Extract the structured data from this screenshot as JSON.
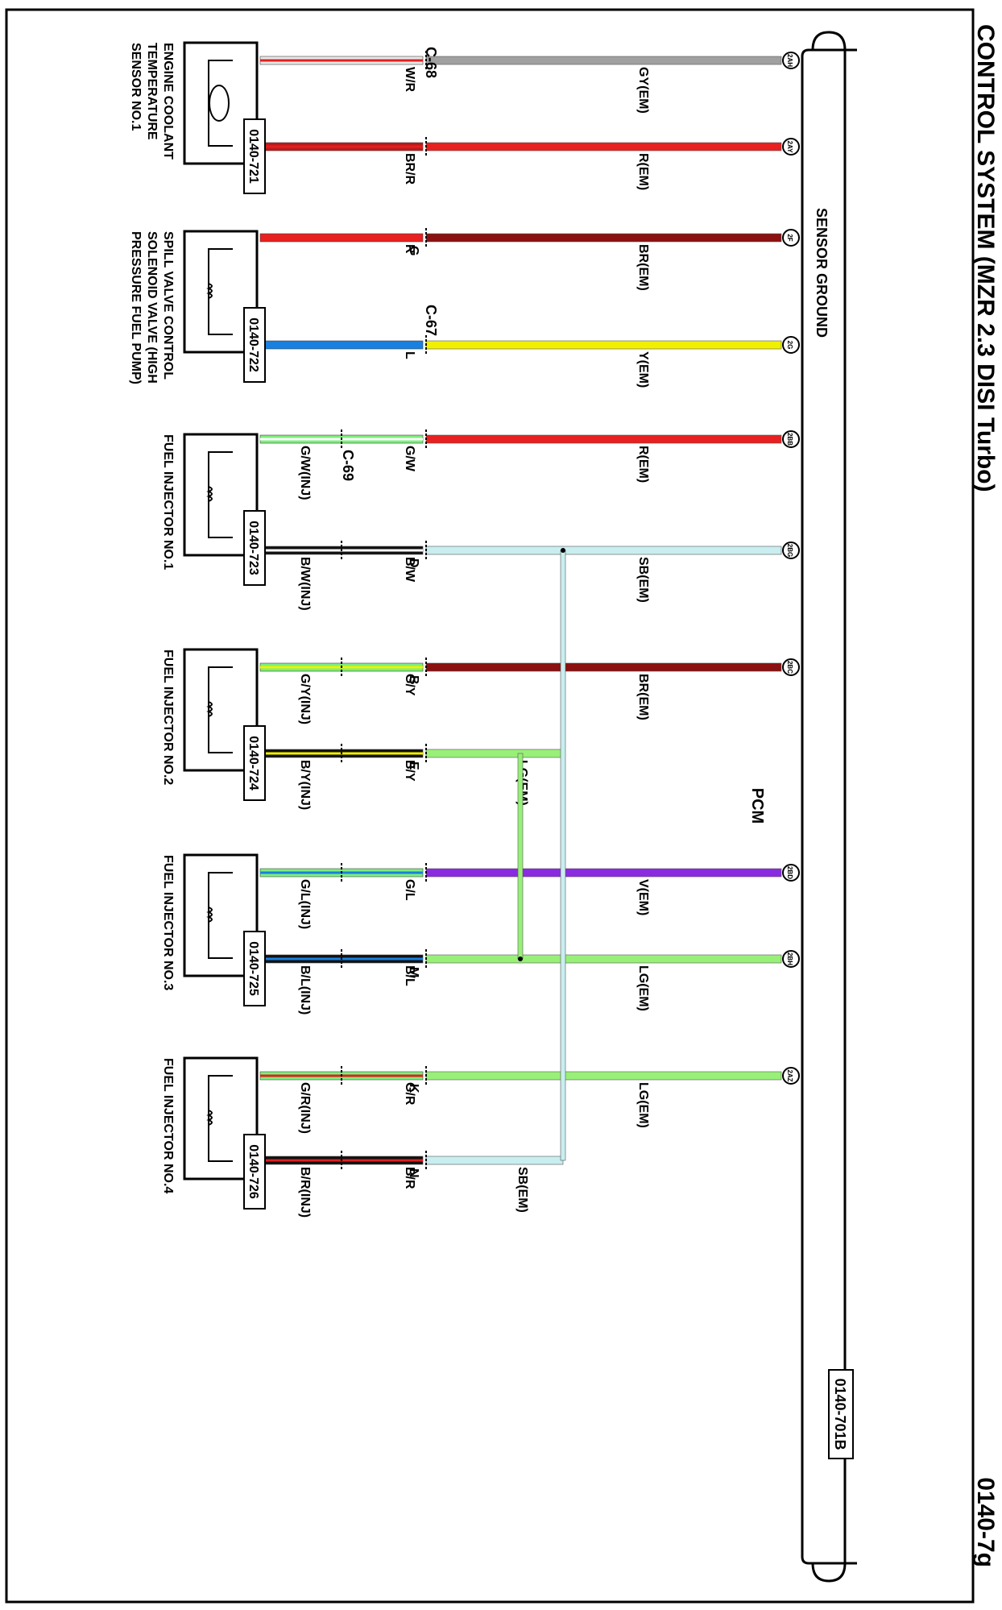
{
  "header": {
    "title": "CONTROL SYSTEM (MZR 2.3 DISI Turbo)",
    "page_code": "0140-7g"
  },
  "pcm": {
    "label": "PCM",
    "connector_code": "0140-701B",
    "sensor_ground_label": "SENSOR GROUND"
  },
  "connectors": {
    "c68": "C-68",
    "c67": "C-67",
    "c69": "C-69"
  },
  "pins": [
    "2AH",
    "2AY",
    "2F",
    "2G",
    "2BB",
    "2BG",
    "2BC",
    "2BD",
    "2BH",
    "2AZ"
  ],
  "components": [
    {
      "id": "ect",
      "name_lines": [
        "ENGINE COOLANT",
        "TEMPERATURE",
        "SENSOR NO.1"
      ],
      "code": "0140-721",
      "symbol": "thermistor"
    },
    {
      "id": "spill",
      "name_lines": [
        "SPILL VALVE CONTROL",
        "SOLENOID VALVE (HIGH",
        "PRESSURE FUEL PUMP)"
      ],
      "code": "0140-722",
      "symbol": "coil"
    },
    {
      "id": "inj1",
      "name_lines": [
        "FUEL INJECTOR NO.1"
      ],
      "code": "0140-723",
      "symbol": "coil"
    },
    {
      "id": "inj2",
      "name_lines": [
        "FUEL INJECTOR NO.2"
      ],
      "code": "0140-724",
      "symbol": "coil"
    },
    {
      "id": "inj3",
      "name_lines": [
        "FUEL INJECTOR NO.3"
      ],
      "code": "0140-725",
      "symbol": "coil"
    },
    {
      "id": "inj4",
      "name_lines": [
        "FUEL INJECTOR NO.4"
      ],
      "code": "0140-726",
      "symbol": "coil"
    }
  ],
  "wires": [
    {
      "pin": "2AH",
      "em_label": "GY(EM)",
      "em_color": "#a0a0a0",
      "conn_pin": "",
      "mid_label": "W/R",
      "mid_color": "#e8e8e8",
      "mid_stripe": "#e02020",
      "inj_label": ""
    },
    {
      "pin": "2AY",
      "em_label": "R(EM)",
      "em_color": "#e82020",
      "conn_pin": "",
      "mid_label": "BR/R",
      "mid_color": "#c01818",
      "mid_stripe": "#e02020",
      "inj_label": ""
    },
    {
      "pin": "2F",
      "em_label": "BR(EM)",
      "em_color": "#8b1010",
      "conn_pin": "G",
      "mid_label": "R",
      "mid_color": "#e82020",
      "mid_stripe": "",
      "inj_label": ""
    },
    {
      "pin": "2G",
      "em_label": "Y(EM)",
      "em_color": "#f0f000",
      "conn_pin": "",
      "mid_label": "L",
      "mid_color": "#1880e0",
      "mid_stripe": "",
      "inj_label": ""
    },
    {
      "pin": "2BB",
      "em_label": "R(EM)",
      "em_color": "#e82020",
      "conn_pin": "",
      "mid_label": "G/W",
      "mid_color": "#7cf07c",
      "mid_stripe": "#ffffff",
      "inj_label": "G/W(INJ)"
    },
    {
      "pin": "2BG",
      "em_label": "SB(EM)",
      "em_color": "#c8eef0",
      "conn_pin": "D",
      "mid_label": "B/W",
      "mid_color": "#111111",
      "mid_stripe": "#ffffff",
      "inj_label": "B/W(INJ)"
    },
    {
      "pin": "2BC",
      "em_label": "BR(EM)",
      "em_color": "#8b1010",
      "conn_pin": "B",
      "mid_label": "G/Y",
      "mid_color": "#7cf07c",
      "mid_stripe": "#f0f000",
      "inj_label": "G/Y(INJ)"
    },
    {
      "pin": "",
      "em_label": "LG(EM)",
      "em_color": "#98f078",
      "conn_pin": "E",
      "mid_label": "B/Y",
      "mid_color": "#111111",
      "mid_stripe": "#f0f000",
      "inj_label": "B/Y(INJ)"
    },
    {
      "pin": "2BD",
      "em_label": "V(EM)",
      "em_color": "#8a2be2",
      "conn_pin": "",
      "mid_label": "G/L",
      "mid_color": "#7cf07c",
      "mid_stripe": "#1880e0",
      "inj_label": "G/L(INJ)"
    },
    {
      "pin": "2BH",
      "em_label": "LG(EM)",
      "em_color": "#98f078",
      "conn_pin": "M",
      "mid_label": "B/L",
      "mid_color": "#111111",
      "mid_stripe": "#1880e0",
      "inj_label": "B/L(INJ)"
    },
    {
      "pin": "2AZ",
      "em_label": "LG(EM)",
      "em_color": "#98f078",
      "conn_pin": "K",
      "mid_label": "G/R",
      "mid_color": "#7cf07c",
      "mid_stripe": "#e02020",
      "inj_label": "G/R(INJ)"
    },
    {
      "pin": "",
      "em_label": "SB(EM)",
      "em_color": "#c8eef0",
      "conn_pin": "N",
      "mid_label": "B/R",
      "mid_color": "#111111",
      "mid_stripe": "#e02020",
      "inj_label": "B/R(INJ)"
    }
  ],
  "extra_labels": {
    "sb_em_upper": "SB(EM)",
    "lg_em_upper": "LG(EM)",
    "lg_em_lower": "LG(EM)"
  }
}
